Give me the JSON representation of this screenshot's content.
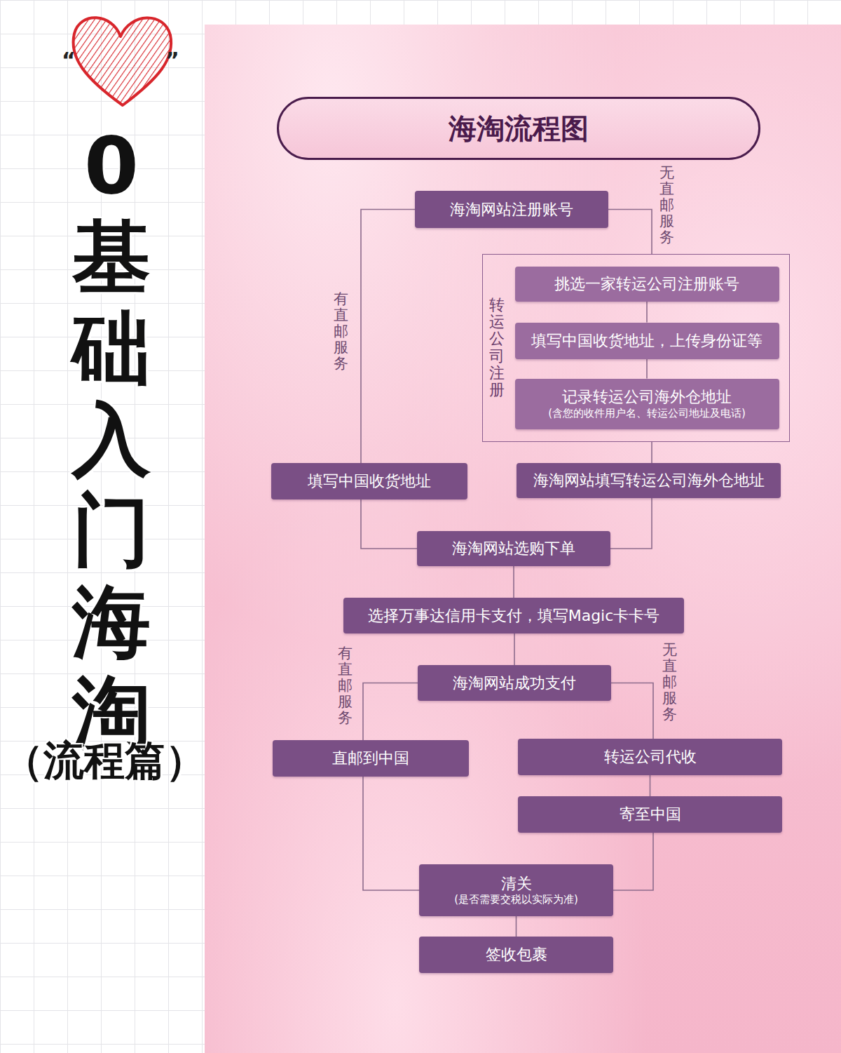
{
  "diagram": {
    "title": "海淘流程图",
    "nodes": [
      {
        "text": [
          "海淘网站注册账号"
        ]
      },
      {
        "text": [
          "转运公司注册"
        ]
      },
      {
        "text": [
          "挑选一家转运公司注册账号"
        ],
        "in": 1
      },
      {
        "text": [
          "填写中国收货地址，上传身份证等"
        ],
        "in": 1
      },
      {
        "text": [
          "记录转运公司海外仓地址",
          "(含您的收件用户名、转运公司地址及电话)"
        ],
        "in": 1
      },
      {
        "text": [
          "填写中国收货地址"
        ]
      },
      {
        "text": [
          "海淘网站填写转运公司海外仓地址"
        ]
      },
      {
        "text": [
          "海淘网站选购下单"
        ]
      },
      {
        "text": [
          "选择万事达信用卡支付，填写Magic卡卡号"
        ]
      },
      {
        "text": [
          "海淘网站成功支付"
        ]
      },
      {
        "text": [
          "直邮到中国"
        ]
      },
      {
        "text": [
          "转运公司代收"
        ]
      },
      {
        "text": [
          "寄至中国"
        ]
      },
      {
        "text": [
          "清关",
          "(是否需要交税以实际为准)"
        ]
      },
      {
        "text": [
          "签收包裹"
        ]
      }
    ],
    "edges": [
      {
        "from": 0,
        "to": 5,
        "label": "有直邮服务",
        "arrow": "none"
      },
      {
        "from": 0,
        "to": 1,
        "label": "无直邮服务",
        "arrow": "none"
      },
      {
        "from": 2,
        "to": 3,
        "arrow": "none"
      },
      {
        "from": 3,
        "to": 4,
        "arrow": "none"
      },
      {
        "from": 1,
        "to": 6,
        "arrow": "none"
      },
      {
        "from": 5,
        "to": 7,
        "arrow": "none"
      },
      {
        "from": 6,
        "to": 7,
        "arrow": "none"
      },
      {
        "from": 7,
        "to": 8,
        "arrow": "none"
      },
      {
        "from": 8,
        "to": 9,
        "arrow": "none"
      },
      {
        "from": 9,
        "to": 10,
        "label": "有直邮服务",
        "arrow": "none"
      },
      {
        "from": 9,
        "to": 11,
        "label": "无直邮服务",
        "arrow": "none"
      },
      {
        "from": 11,
        "to": 12,
        "arrow": "none"
      },
      {
        "from": 10,
        "to": 13,
        "arrow": "none"
      },
      {
        "from": 12,
        "to": 13,
        "arrow": "none"
      },
      {
        "from": 13,
        "to": 14,
        "arrow": "none"
      }
    ],
    "labels": [
      "“",
      "”",
      "0基础入门海淘",
      "（流程篇）"
    ]
  }
}
